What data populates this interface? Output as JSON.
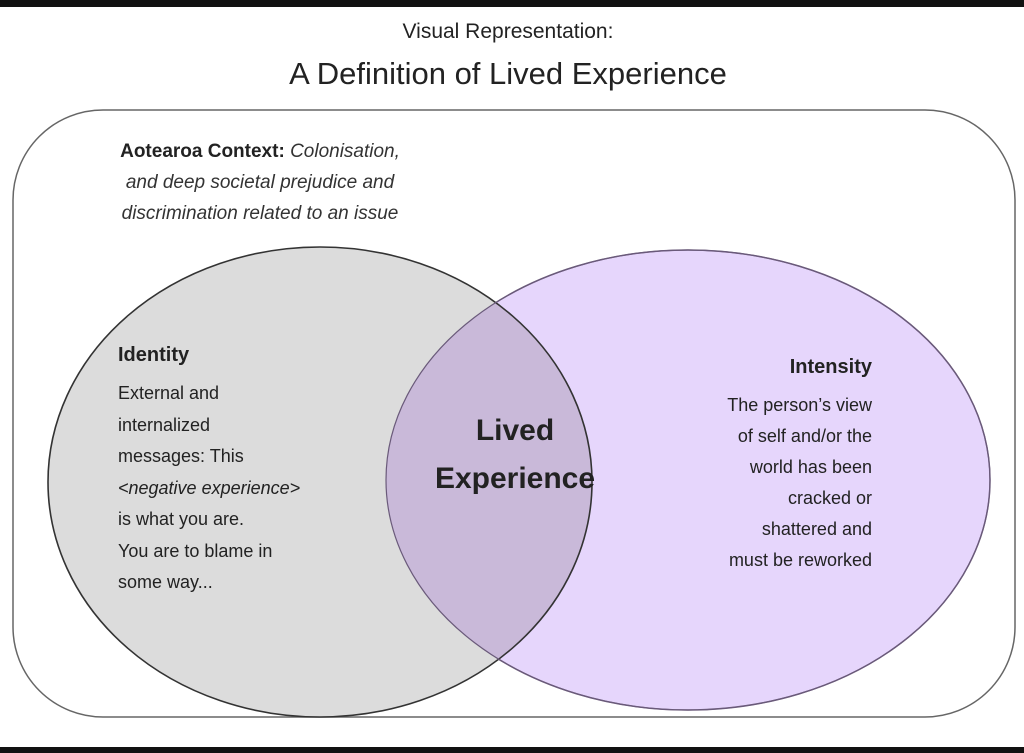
{
  "title": {
    "line1": "Visual Representation:",
    "line2": "A Definition of Lived Experience"
  },
  "context": {
    "label": "Aotearoa Context:",
    "text_line1": "Colonisation,",
    "text_line2": "and deep societal prejudice and",
    "text_line3": "discrimination related to an issue"
  },
  "identity": {
    "heading": "Identity",
    "lines": [
      "External and",
      "internalized",
      "messages: This",
      "<negative experience>",
      "is what you are.",
      "You are to blame in",
      "some way..."
    ]
  },
  "center": {
    "line1": "Lived",
    "line2": "Experience"
  },
  "intensity": {
    "heading": "Intensity",
    "lines": [
      "The person’s view",
      "of self and/or the",
      "world has been",
      "cracked or",
      "shattered and",
      "must be reworked"
    ]
  },
  "colors": {
    "identity_fill": "#dcdcdc",
    "intensity_fill": "#e6d6fc",
    "overlap_fill": "#c9b9d9"
  }
}
